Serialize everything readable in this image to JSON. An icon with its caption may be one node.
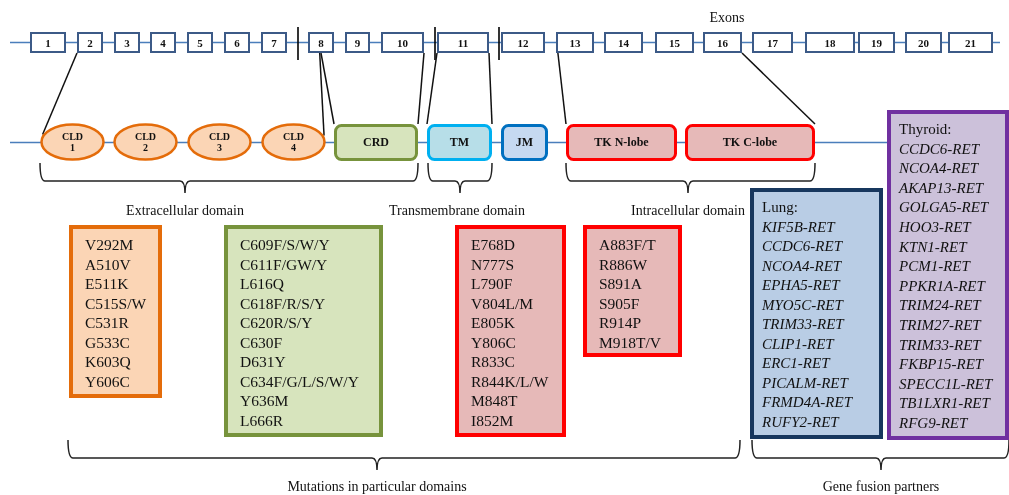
{
  "diagram": {
    "nodes": [
      {
        "text": [
          "1"
        ]
      },
      {
        "text": [
          "2"
        ]
      },
      {
        "text": [
          "3"
        ]
      },
      {
        "text": [
          "4"
        ]
      },
      {
        "text": [
          "5"
        ]
      },
      {
        "text": [
          "6"
        ]
      },
      {
        "text": [
          "7"
        ]
      },
      {
        "text": [
          "8"
        ]
      },
      {
        "text": [
          "9"
        ]
      },
      {
        "text": [
          "10"
        ]
      },
      {
        "text": [
          "11"
        ]
      },
      {
        "text": [
          "12"
        ]
      },
      {
        "text": [
          "13"
        ]
      },
      {
        "text": [
          "14"
        ]
      },
      {
        "text": [
          "15"
        ]
      },
      {
        "text": [
          "16"
        ]
      },
      {
        "text": [
          "17"
        ]
      },
      {
        "text": [
          "18"
        ]
      },
      {
        "text": [
          "19"
        ]
      },
      {
        "text": [
          "20"
        ]
      },
      {
        "text": [
          "21"
        ]
      },
      {
        "text": [
          "CLD 1"
        ]
      },
      {
        "text": [
          "CLD 2"
        ]
      },
      {
        "text": [
          "CLD 3"
        ]
      },
      {
        "text": [
          "CLD 4"
        ]
      },
      {
        "text": [
          "CRD"
        ]
      },
      {
        "text": [
          "TM"
        ]
      },
      {
        "text": [
          "JM"
        ]
      },
      {
        "text": [
          "TK N-lobe"
        ]
      },
      {
        "text": [
          "TK C-lobe"
        ]
      },
      {
        "text": [
          "V292M",
          "A510V",
          "E511K",
          "C515S/W",
          "C531R",
          "G533C",
          "K603Q",
          "Y606C"
        ]
      },
      {
        "text": [
          "C609F/S/W/Y",
          "C611F/GW/Y",
          "L616Q",
          "C618F/R/S/Y",
          "C620R/S/Y",
          "C630F",
          "D631Y",
          "C634F/G/L/S/W/Y",
          "Y636M",
          "L666R"
        ]
      },
      {
        "text": [
          "E768D",
          "N777S",
          "L790F",
          "V804L/M",
          "E805K",
          "Y806C",
          "R833C",
          "R844K/L/W",
          "M848T",
          "I852M"
        ]
      },
      {
        "text": [
          "A883F/T",
          "R886W",
          "S891A",
          "S905F",
          "R914P",
          "M918T/V"
        ]
      },
      {
        "text": [
          "Lung:",
          "KIF5B-RET",
          "CCDC6-RET",
          "NCOA4-RET",
          "EPHA5-RET",
          "MYO5C-RET",
          "TRIM33-RET",
          "CLIP1-RET",
          "ERC1-RET",
          "PICALM-RET",
          "FRMD4A-RET",
          "RUFY2-RET"
        ]
      },
      {
        "text": [
          "Thyroid:",
          "CCDC6-RET",
          "NCOA4-RET",
          "AKAP13-RET",
          "GOLGA5-RET",
          "HOO3-RET",
          "KTN1-RET",
          "PCM1-RET",
          "PPKR1A-RET",
          "TRIM24-RET",
          "TRIM27-RET",
          "TRIM33-RET",
          "FKBP15-RET",
          "SPECC1L-RET",
          "TB1LXR1-RET",
          "RFG9-RET"
        ]
      }
    ],
    "edges": [
      {
        "from": 1,
        "to": 21,
        "arrow": "none"
      },
      {
        "from": 7,
        "to": 24,
        "arrow": "none"
      },
      {
        "from": 7,
        "to": 25,
        "arrow": "none"
      },
      {
        "from": 9,
        "to": 25,
        "arrow": "none"
      },
      {
        "from": 10,
        "to": 26,
        "arrow": "none"
      },
      {
        "from": 10,
        "to": 26,
        "arrow": "none"
      },
      {
        "from": 12,
        "to": 28,
        "arrow": "none"
      },
      {
        "from": 15,
        "to": 29,
        "arrow": "none"
      }
    ],
    "labels": [
      "Exons",
      "Extracellular domain",
      "Transmembrane domain",
      "Intracellular domain",
      "Mutations in particular domains",
      "Gene fusion partners"
    ]
  }
}
